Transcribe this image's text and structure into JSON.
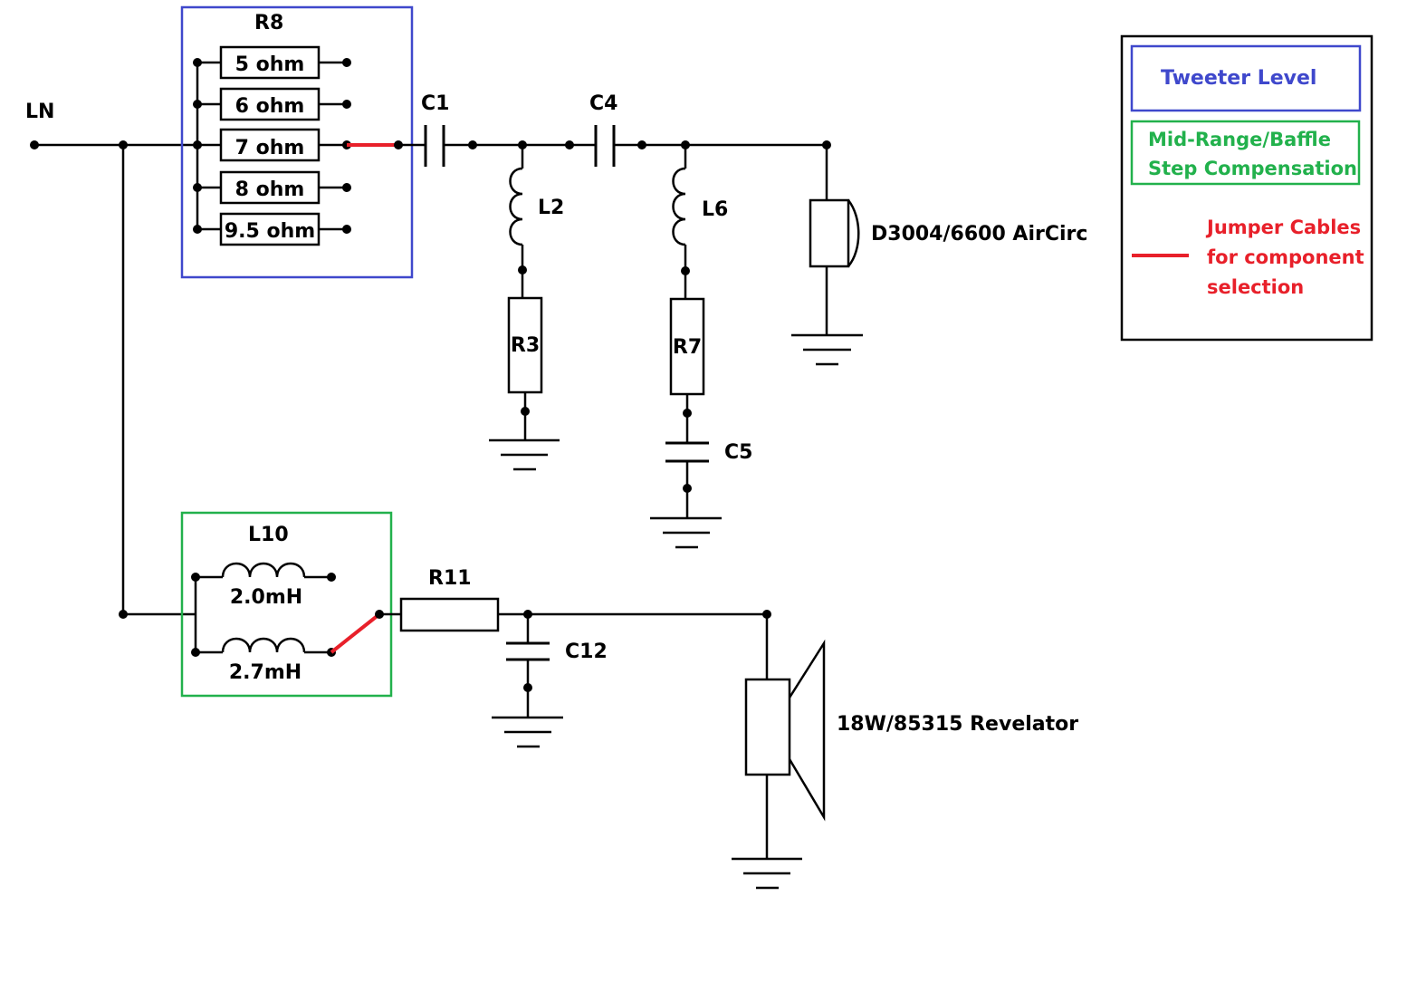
{
  "input_label": "LN",
  "tweeter_level": {
    "ref": "R8",
    "options": [
      "5 ohm",
      "6 ohm",
      "7 ohm",
      "8 ohm",
      "9.5 ohm"
    ],
    "selected": "7 ohm",
    "frame_color": "#3f48cc"
  },
  "tweeter_branch": {
    "c1": "C1",
    "c4": "C4",
    "l2": "L2",
    "r3": "R3",
    "l6": "L6",
    "r7": "R7",
    "c5": "C5",
    "driver": "D3004/6600 AirCirc"
  },
  "midrange_compensation": {
    "ref": "L10",
    "options": [
      "2.0mH",
      "2.7mH"
    ],
    "selected": "2.7mH",
    "frame_color": "#22b14c"
  },
  "woofer_branch": {
    "r11": "R11",
    "c12": "C12",
    "driver": "18W/85315 Revelator"
  },
  "legend": {
    "tweeter_level": "Tweeter Level",
    "midrange_line1": "Mid-Range/Baffle",
    "midrange_line2": "Step Compensation",
    "jumper_line1": "Jumper Cables",
    "jumper_line2": "for component",
    "jumper_line3": "selection",
    "colors": {
      "tweeter": "#3f48cc",
      "midrange": "#22b14c",
      "jumper": "#e8202a",
      "frame": "#000000"
    }
  }
}
